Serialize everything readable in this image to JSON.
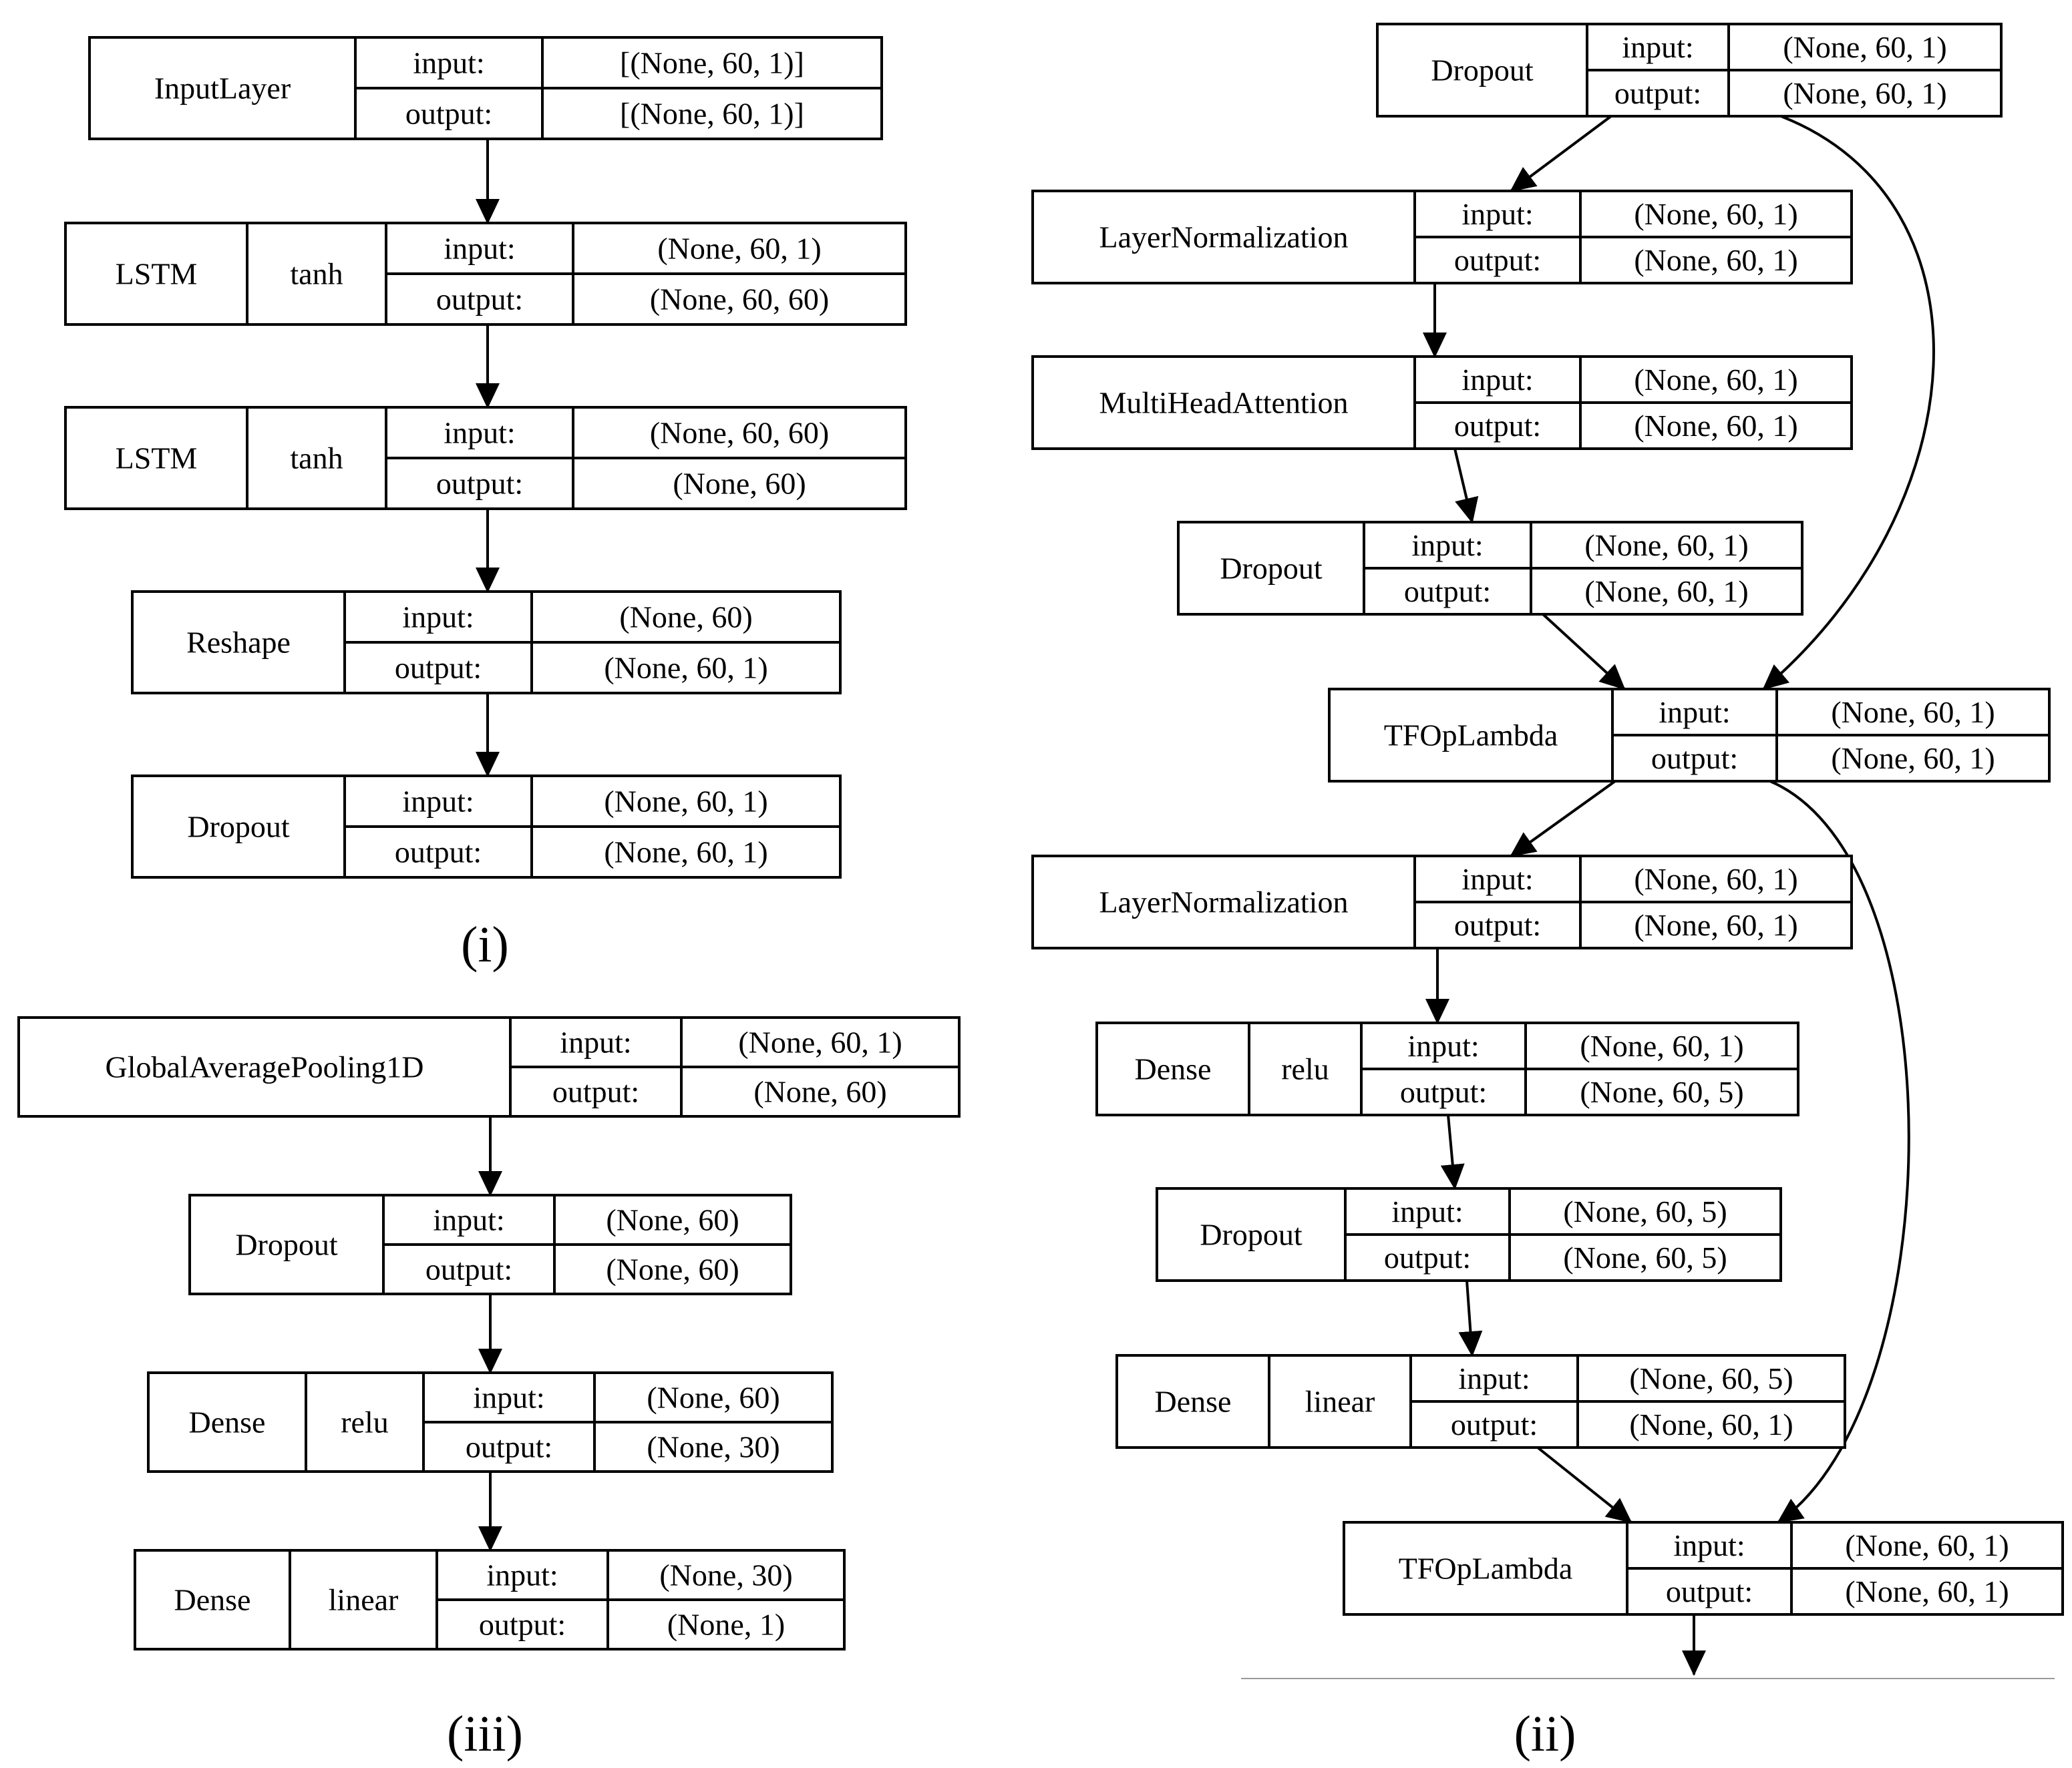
{
  "colors": {
    "stroke": "#000000",
    "background": "#ffffff"
  },
  "panels": {
    "i": {
      "label": "(i)",
      "nodes": [
        {
          "name": "inputlayer",
          "cells": [
            "InputLayer"
          ],
          "input_label": "input:",
          "output_label": "output:",
          "input": "[(None, 60, 1)]",
          "output": "[(None, 60, 1)]"
        },
        {
          "name": "lstm-1",
          "cells": [
            "LSTM",
            "tanh"
          ],
          "input_label": "input:",
          "output_label": "output:",
          "input": "(None, 60, 1)",
          "output": "(None, 60, 60)"
        },
        {
          "name": "lstm-2",
          "cells": [
            "LSTM",
            "tanh"
          ],
          "input_label": "input:",
          "output_label": "output:",
          "input": "(None, 60, 60)",
          "output": "(None, 60)"
        },
        {
          "name": "reshape",
          "cells": [
            "Reshape"
          ],
          "input_label": "input:",
          "output_label": "output:",
          "input": "(None, 60)",
          "output": "(None, 60, 1)"
        },
        {
          "name": "dropout",
          "cells": [
            "Dropout"
          ],
          "input_label": "input:",
          "output_label": "output:",
          "input": "(None, 60, 1)",
          "output": "(None, 60, 1)"
        }
      ]
    },
    "ii": {
      "label": "(ii)",
      "nodes": [
        {
          "name": "dropout-top",
          "cells": [
            "Dropout"
          ],
          "input_label": "input:",
          "output_label": "output:",
          "input": "(None, 60, 1)",
          "output": "(None, 60, 1)"
        },
        {
          "name": "layernorm-1",
          "cells": [
            "LayerNormalization"
          ],
          "input_label": "input:",
          "output_label": "output:",
          "input": "(None, 60, 1)",
          "output": "(None, 60, 1)"
        },
        {
          "name": "multiheadattention",
          "cells": [
            "MultiHeadAttention"
          ],
          "input_label": "input:",
          "output_label": "output:",
          "input": "(None, 60, 1)",
          "output": "(None, 60, 1)"
        },
        {
          "name": "dropout-2",
          "cells": [
            "Dropout"
          ],
          "input_label": "input:",
          "output_label": "output:",
          "input": "(None, 60, 1)",
          "output": "(None, 60, 1)"
        },
        {
          "name": "tfoplambda-1",
          "cells": [
            "TFOpLambda"
          ],
          "input_label": "input:",
          "output_label": "output:",
          "input": "(None, 60, 1)",
          "output": "(None, 60, 1)"
        },
        {
          "name": "layernorm-2",
          "cells": [
            "LayerNormalization"
          ],
          "input_label": "input:",
          "output_label": "output:",
          "input": "(None, 60, 1)",
          "output": "(None, 60, 1)"
        },
        {
          "name": "dense-relu",
          "cells": [
            "Dense",
            "relu"
          ],
          "input_label": "input:",
          "output_label": "output:",
          "input": "(None, 60, 1)",
          "output": "(None, 60, 5)"
        },
        {
          "name": "dropout-3",
          "cells": [
            "Dropout"
          ],
          "input_label": "input:",
          "output_label": "output:",
          "input": "(None, 60, 5)",
          "output": "(None, 60, 5)"
        },
        {
          "name": "dense-linear",
          "cells": [
            "Dense",
            "linear"
          ],
          "input_label": "input:",
          "output_label": "output:",
          "input": "(None, 60, 5)",
          "output": "(None, 60, 1)"
        },
        {
          "name": "tfoplambda-2",
          "cells": [
            "TFOpLambda"
          ],
          "input_label": "input:",
          "output_label": "output:",
          "input": "(None, 60, 1)",
          "output": "(None, 60, 1)"
        }
      ]
    },
    "iii": {
      "label": "(iii)",
      "nodes": [
        {
          "name": "globalaveragepooling1d",
          "cells": [
            "GlobalAveragePooling1D"
          ],
          "input_label": "input:",
          "output_label": "output:",
          "input": "(None, 60, 1)",
          "output": "(None, 60)"
        },
        {
          "name": "dropout",
          "cells": [
            "Dropout"
          ],
          "input_label": "input:",
          "output_label": "output:",
          "input": "(None, 60)",
          "output": "(None, 60)"
        },
        {
          "name": "dense-relu",
          "cells": [
            "Dense",
            "relu"
          ],
          "input_label": "input:",
          "output_label": "output:",
          "input": "(None, 60)",
          "output": "(None, 30)"
        },
        {
          "name": "dense-linear",
          "cells": [
            "Dense",
            "linear"
          ],
          "input_label": "input:",
          "output_label": "output:",
          "input": "(None, 30)",
          "output": "(None, 1)"
        }
      ]
    }
  }
}
